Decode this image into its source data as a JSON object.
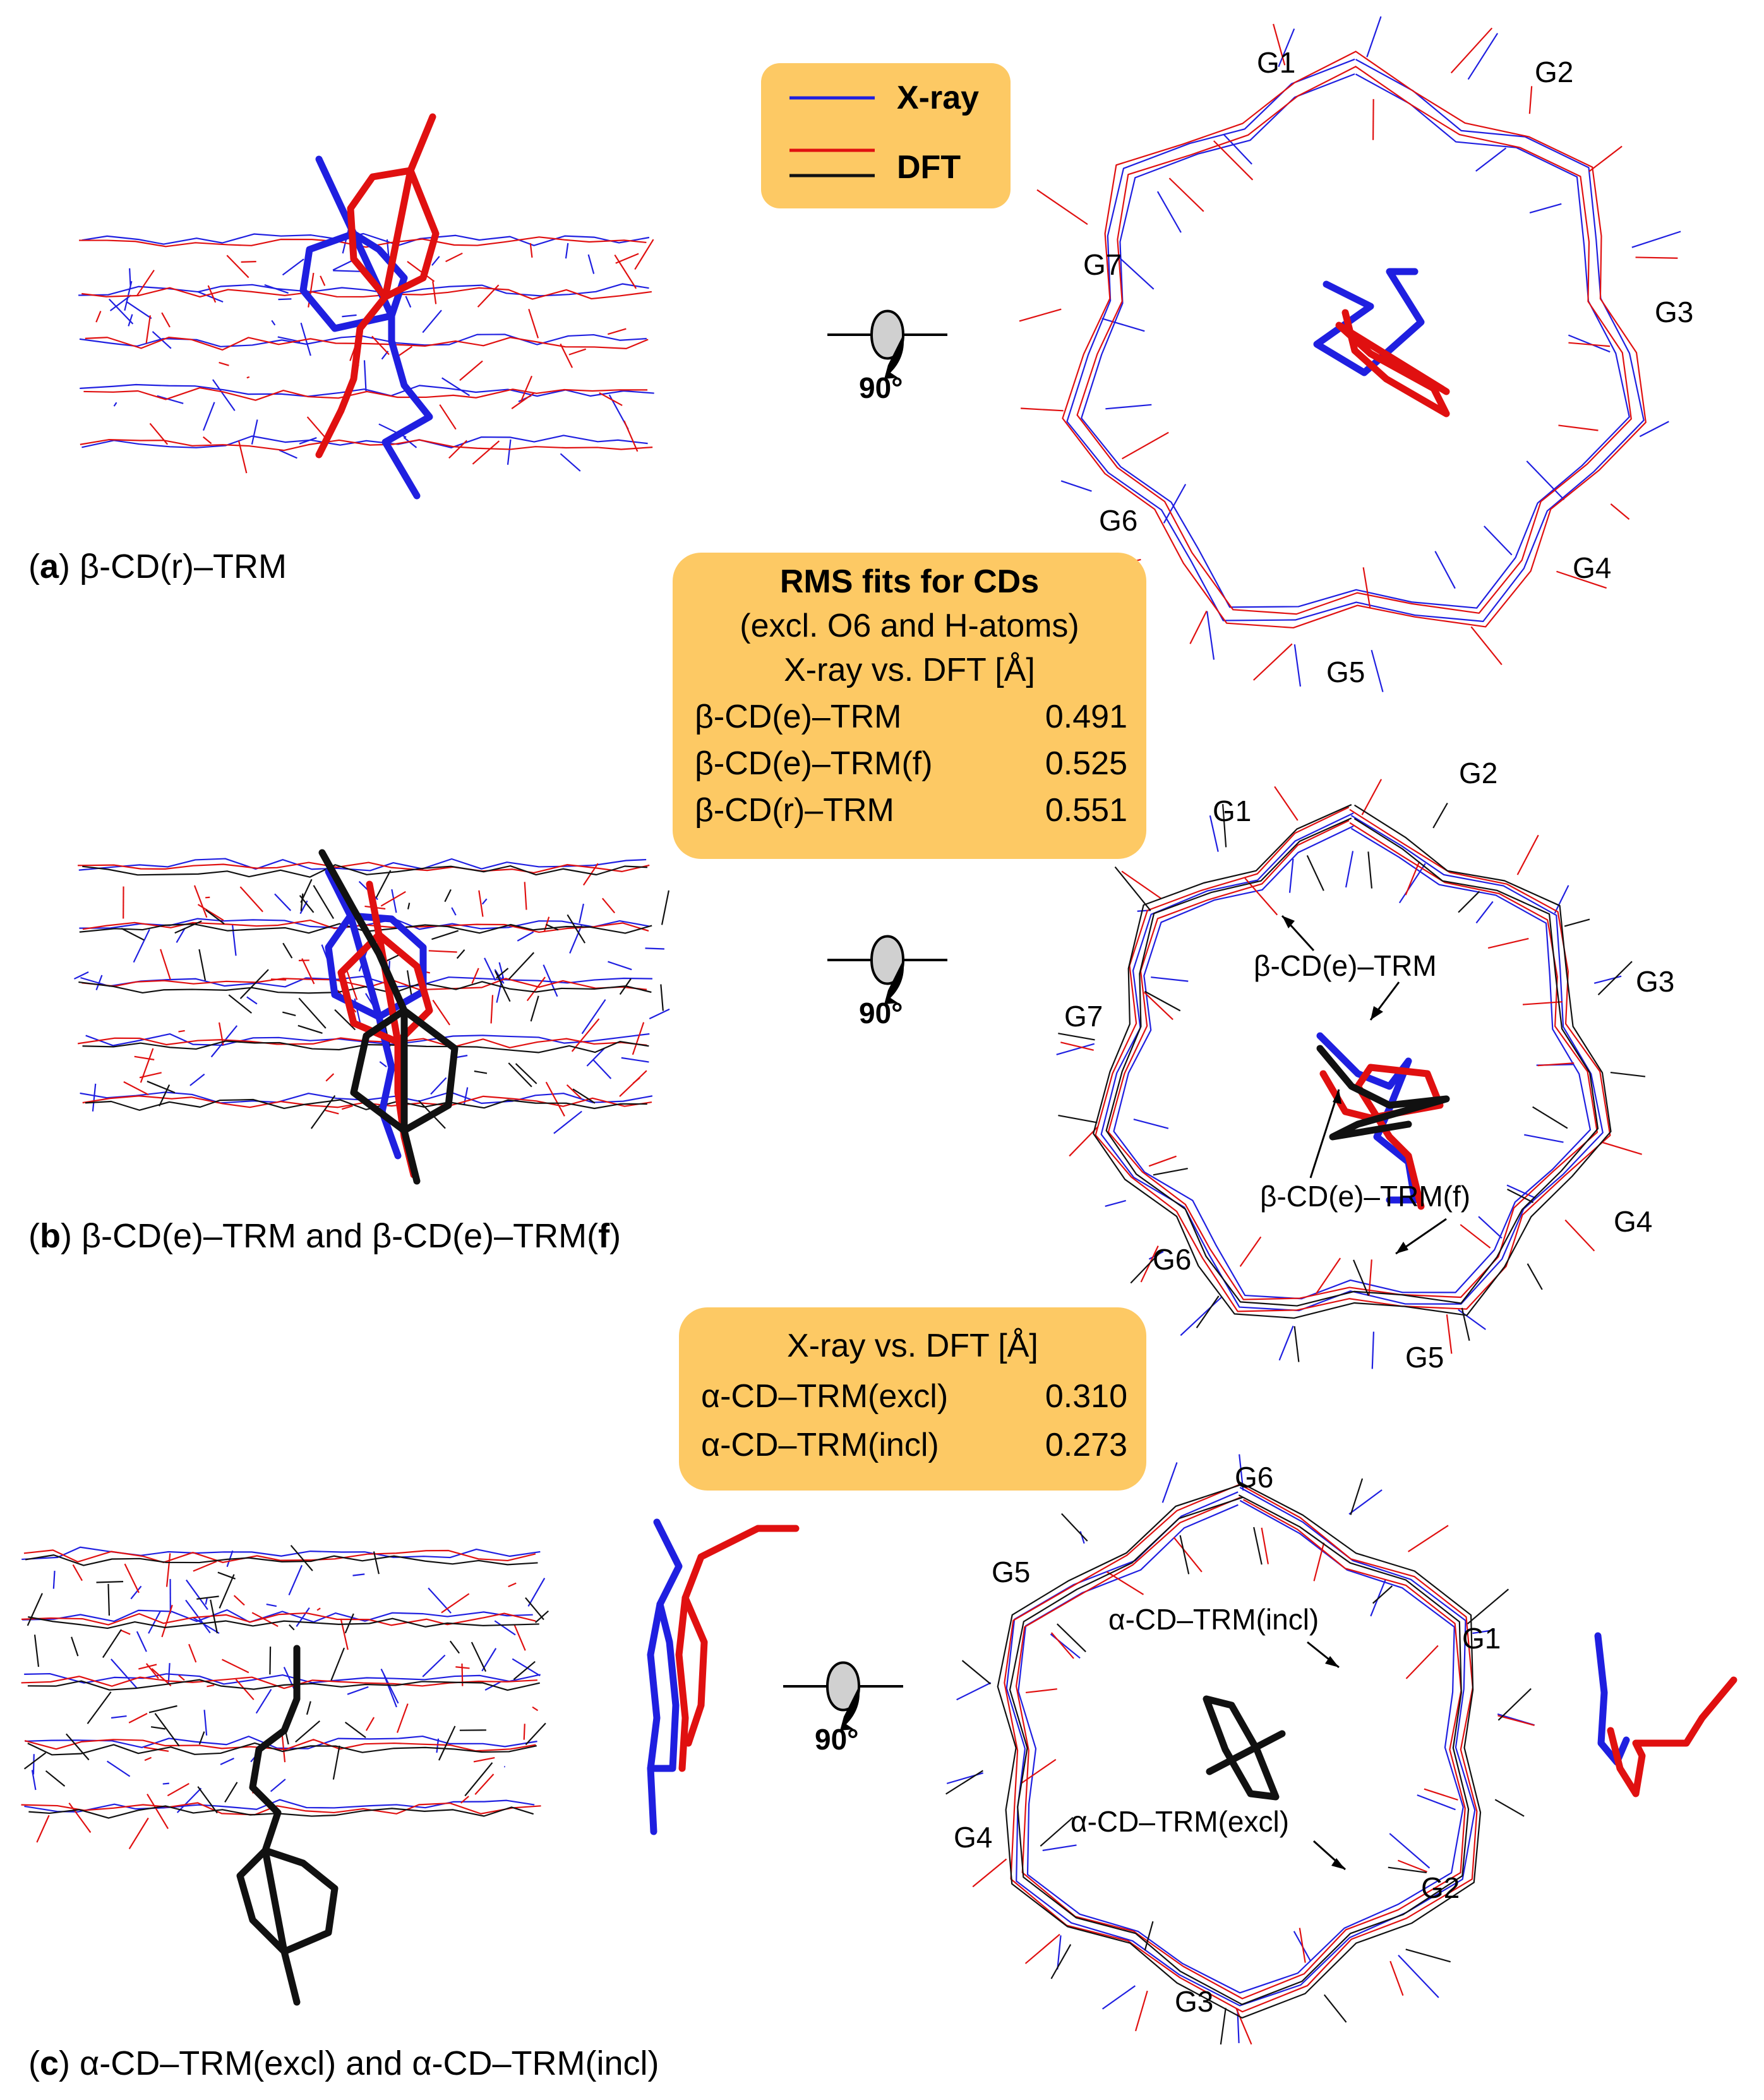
{
  "colors": {
    "xray": "#1f1fe0",
    "dft": "#e01010",
    "dft_alt": "#111111",
    "box_fill": "#fdc964"
  },
  "legend": {
    "xray_label": "X-ray",
    "dft_label": "DFT"
  },
  "rotation_label": "90°",
  "rms_box_b": {
    "title": "RMS fits for CDs",
    "subtitle": "(excl. O6 and H-atoms)",
    "header": "X-ray vs. DFT [Å]",
    "rows": [
      {
        "name": "β-CD(e)–TRM",
        "value": "0.491"
      },
      {
        "name": "β-CD(e)–TRM(f)",
        "value": "0.525"
      },
      {
        "name": "β-CD(r)–TRM",
        "value": "0.551"
      }
    ]
  },
  "rms_box_c": {
    "header": "X-ray vs. DFT [Å]",
    "rows": [
      {
        "name": "α-CD–TRM(excl)",
        "value": "0.310"
      },
      {
        "name": "α-CD–TRM(incl)",
        "value": "0.273"
      }
    ]
  },
  "panel_a": {
    "caption_letter": "a",
    "caption_text": "β-CD(r)–TRM",
    "glucose_labels": [
      "G1",
      "G2",
      "G3",
      "G4",
      "G5",
      "G6",
      "G7"
    ]
  },
  "panel_b": {
    "caption_letter": "b",
    "caption_mid": "β-CD(e)–TRM and β-CD(e)–TRM(",
    "caption_f": "f",
    "caption_end": ")",
    "glucose_labels": [
      "G1",
      "G2",
      "G3",
      "G4",
      "G5",
      "G6",
      "G7"
    ],
    "annotation_1": "β-CD(e)–TRM",
    "annotation_2": "β-CD(e)–TRM(f)"
  },
  "panel_c": {
    "caption_letter": "c",
    "caption_text": "α-CD–TRM(excl) and α-CD–TRM(incl)",
    "glucose_labels": [
      "G1",
      "G2",
      "G3",
      "G4",
      "G5",
      "G6"
    ],
    "annotation_1": "α-CD–TRM(incl)",
    "annotation_2": "α-CD–TRM(excl)"
  }
}
